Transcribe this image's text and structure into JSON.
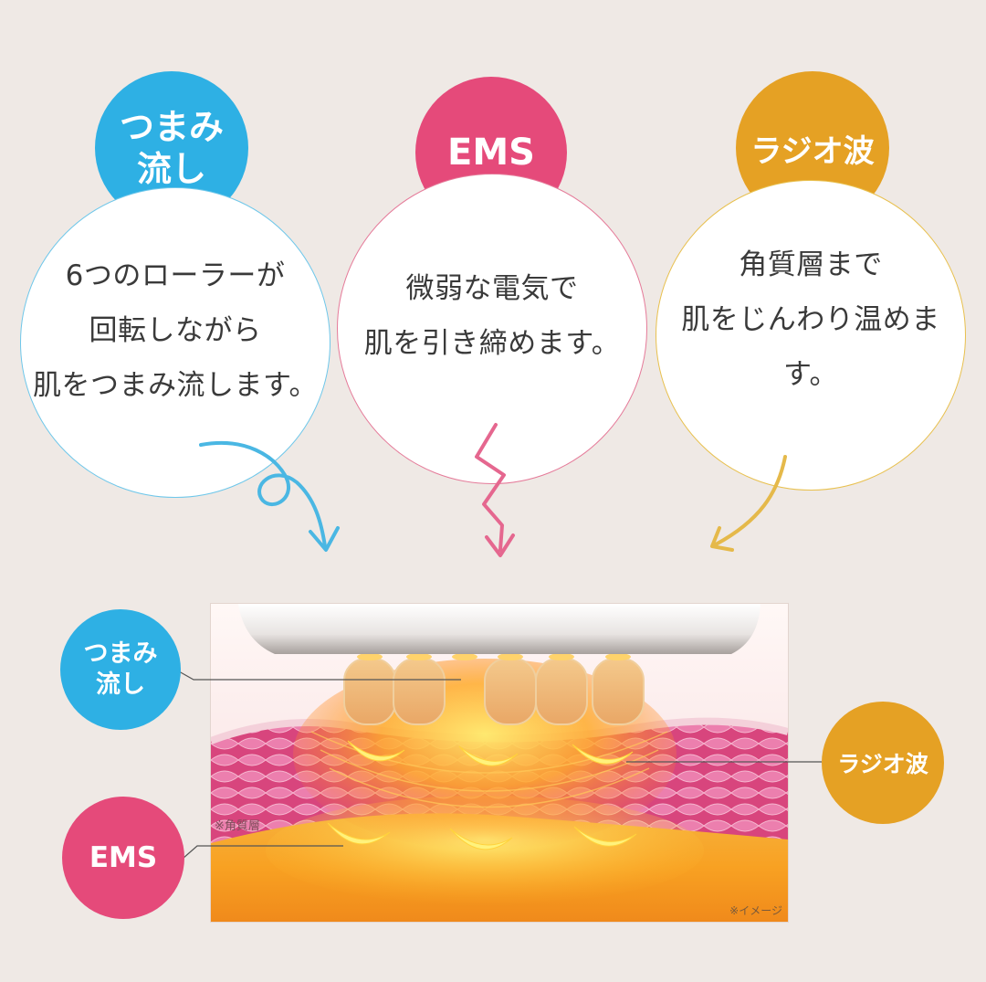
{
  "features": [
    {
      "title_lines": [
        "つまみ",
        "流し"
      ],
      "desc_lines": [
        "6つのローラーが",
        "回転しながら",
        "肌をつまみ流します。"
      ],
      "color": "#2eb0e4",
      "border": "#6ec7ea"
    },
    {
      "title_lines": [
        "EMS"
      ],
      "desc_lines": [
        "微弱な電気で",
        "肌を引き締めます。"
      ],
      "color": "#e54a7a",
      "border": "#e57a99"
    },
    {
      "title_lines": [
        "ラジオ波"
      ],
      "desc_lines": [
        "角質層まで",
        "肌をじんわり温めます。"
      ],
      "color": "#e5a124",
      "border": "#e8c04e"
    }
  ],
  "diagram": {
    "labels": {
      "roller": [
        "つまみ",
        "流し"
      ],
      "ems": "EMS",
      "radio": "ラジオ波"
    },
    "stratum_caption": "※角質層",
    "image_caption": "※イメージ"
  }
}
